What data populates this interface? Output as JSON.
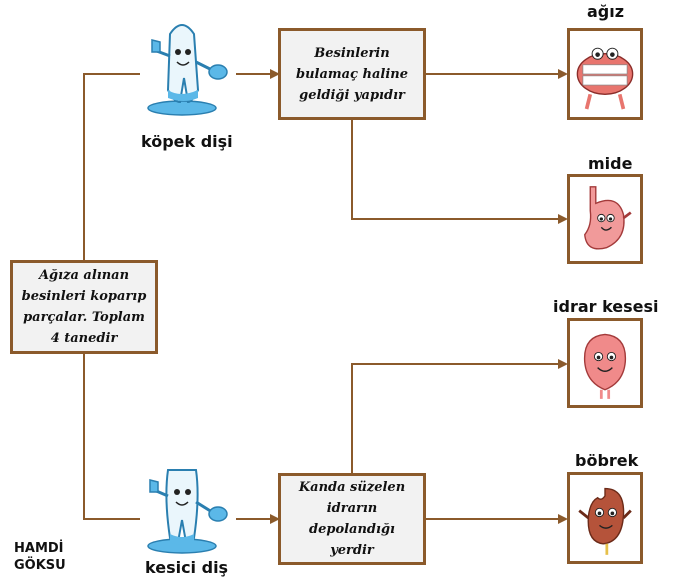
{
  "left_box": {
    "text": "Ağıza alınan besinleri koparıp parçalar. Toplam 4 tanedir"
  },
  "top_box": {
    "text": "Besinlerin bulamaç haline geldiği yapıdır"
  },
  "bottom_box": {
    "text": "Kanda süzelen idrarın depolandığı yerdir"
  },
  "tooth_labels": {
    "kopek": "köpek dişi",
    "kesici": "kesici diş"
  },
  "organ_labels": {
    "agiz": "ağız",
    "mide": "mide",
    "idrar": "idrar kesesi",
    "bobrek": "böbrek"
  },
  "author": {
    "line1": "HAMDİ",
    "line2": "GÖKSU"
  },
  "colors": {
    "connector": "#8B5A2B",
    "box_fill": "#f2f2f2",
    "tooth_blue": "#5bb8e8"
  }
}
